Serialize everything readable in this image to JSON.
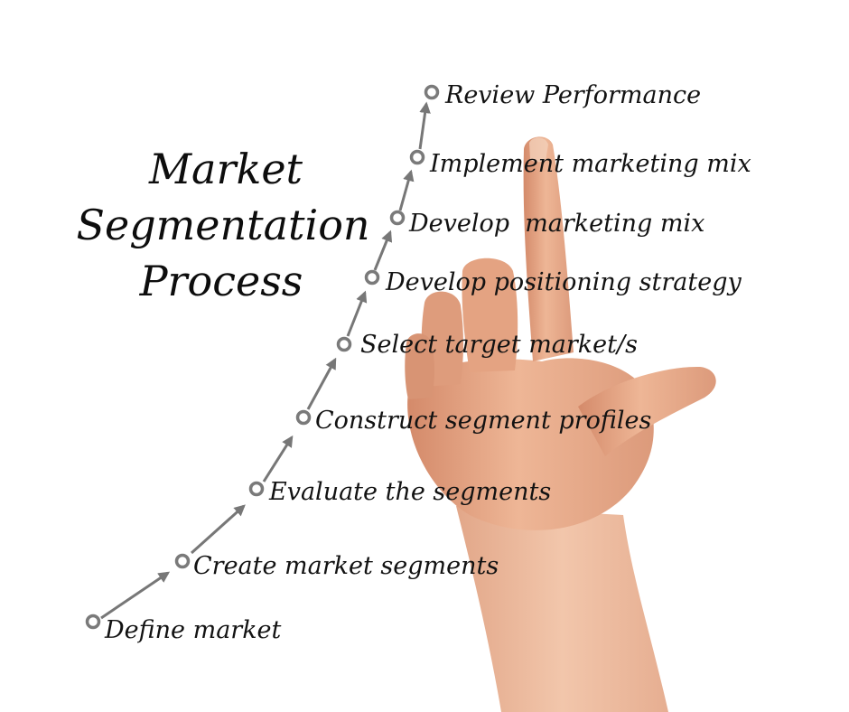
{
  "title_lines": [
    "Market",
    "Segmentation",
    "Process"
  ],
  "steps": [
    "Define market",
    "Create market segments",
    "Evaluate the segments",
    "Construct segment profiles",
    "Select target market/s",
    "Develop positioning strategy",
    "Develop  marketing mix",
    "Implement marketing mix",
    "Review Performance"
  ],
  "colors": {
    "background": "#ffffff",
    "text": "#121212",
    "node_ring": "#7a7a7a",
    "arrow": "#777777",
    "skin": "#e8ab8a"
  },
  "icons": {
    "hand": "pointing-hand-illustration",
    "node": "ring-marker",
    "connector": "arrow-connector"
  }
}
